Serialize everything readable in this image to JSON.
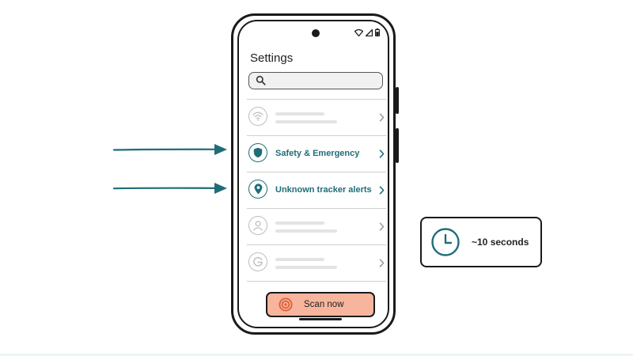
{
  "screen": {
    "title": "Settings",
    "search": {
      "placeholder": ""
    },
    "rows": [
      {
        "icon": "wifi-icon",
        "label": ""
      },
      {
        "icon": "shield-icon",
        "label": "Safety & Emergency"
      },
      {
        "icon": "location-pin-icon",
        "label": "Unknown tracker alerts"
      },
      {
        "icon": "person-icon",
        "label": ""
      },
      {
        "icon": "google-icon",
        "label": ""
      }
    ],
    "scan_button": {
      "label": "Scan now",
      "icon": "target-icon"
    }
  },
  "timer": {
    "label": "~10 seconds",
    "icon": "clock-icon"
  },
  "colors": {
    "accent": "#1f6d78",
    "button": "#f6b59c",
    "outline": "#1a1a1a",
    "placeholder": "#e3e3e3"
  }
}
